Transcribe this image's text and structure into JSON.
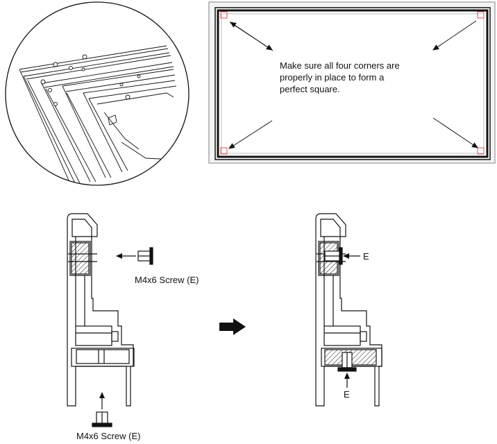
{
  "frame_note": {
    "lines": [
      "Make sure all four corners are",
      "properly in place to form a",
      "perfect square."
    ]
  },
  "left_profile": {
    "top_label": "M4x6 Screw (E)",
    "bottom_label": "M4x6 Screw (E)"
  },
  "right_profile": {
    "side_label": "E",
    "bottom_label": "E"
  },
  "colors": {
    "line": "#111111",
    "corner_marker": "#e05050",
    "frame_gray": "#bdbdbd"
  }
}
